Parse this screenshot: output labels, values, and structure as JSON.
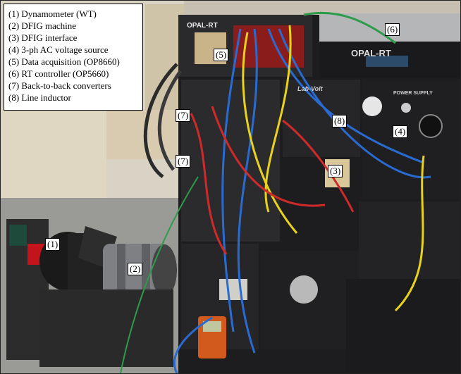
{
  "legend": {
    "items": [
      "(1) Dynamometer (WT)",
      "(2) DFIG machine",
      "(3) DFIG interface",
      "(4) 3-ph AC voltage source",
      "(5) Data acquisition (OP8660)",
      "(6) RT controller (OP5660)",
      "(7) Back-to-back converters",
      "(8) Line inductor"
    ]
  },
  "tags": {
    "t1": "(1)",
    "t2": "(2)",
    "t3": "(3)",
    "t4": "(4)",
    "t5": "(5)",
    "t6": "(6)",
    "t7a": "(7)",
    "t7b": "(7)",
    "t8": "(8)"
  },
  "panel_labels": {
    "opal_small": "OPAL-RT",
    "opal_large": "OPAL-RT",
    "labvolt": "Lab-Volt",
    "power_supply": "POWER SUPPLY"
  }
}
